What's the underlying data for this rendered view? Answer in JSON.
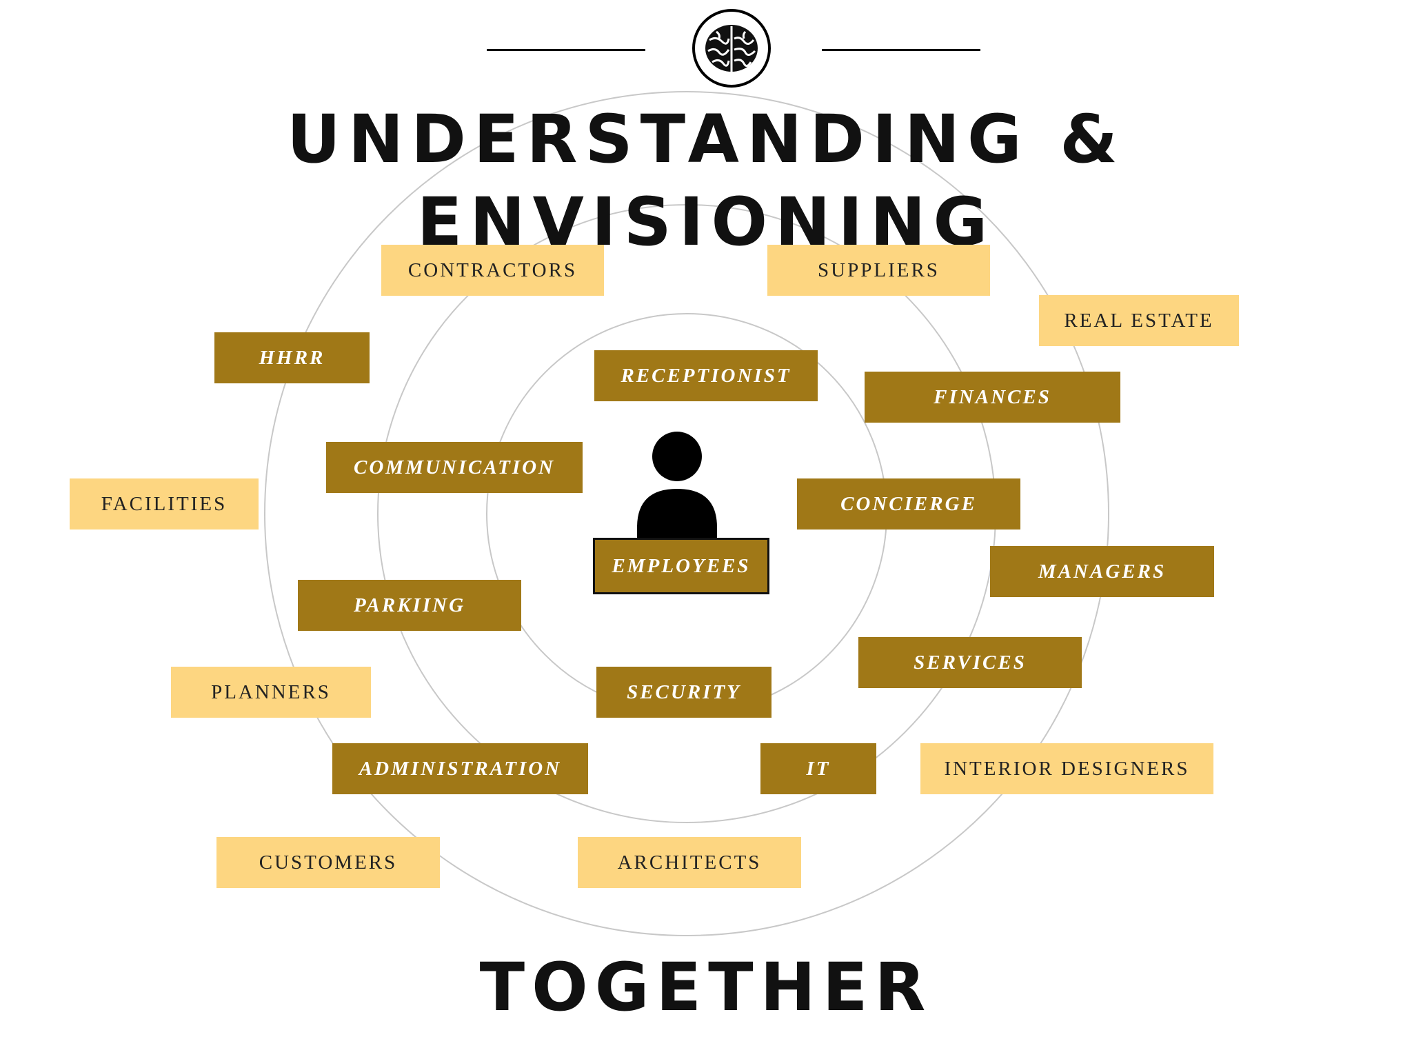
{
  "title": "UNDERSTANDING & ENVISIONING",
  "footer": "TOGETHER",
  "icons": {
    "top": "brain-icon",
    "center": "person-icon"
  },
  "colors": {
    "outer_label_bg": "#fdd681",
    "inner_label_bg": "#a07817",
    "ring_stroke": "#c8c8c8",
    "heading_text": "#111111"
  },
  "center_label": "EMPLOYEES",
  "inner_labels": {
    "hhrr": "HHRR",
    "receptionist": "RECEPTIONIST",
    "finances": "FINANCES",
    "communication": "COMMUNICATION",
    "concierge": "CONCIERGE",
    "managers": "MANAGERS",
    "parking": "PARKIING",
    "services": "SERVICES",
    "security": "SECURITY",
    "administration": "ADMINISTRATION",
    "it": "IT"
  },
  "outer_labels": {
    "contractors": "CONTRACTORS",
    "suppliers": "SUPPLIERS",
    "real_estate": "REAL ESTATE",
    "facilities": "FACILITIES",
    "planners": "PLANNERS",
    "interior_designers": "INTERIOR DESIGNERS",
    "customers": "CUSTOMERS",
    "architects": "ARCHITECTS"
  }
}
